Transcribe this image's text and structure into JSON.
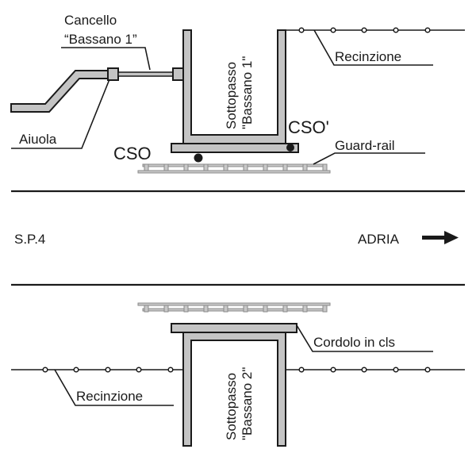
{
  "diagram": {
    "road": {
      "name_label": "S.P.4",
      "direction_label": "ADRIA",
      "direction_icon": "arrow-right-icon"
    },
    "labels": {
      "gate_line1": "Cancello",
      "gate_line2": "“Bassano 1”",
      "flowerbed": "Aiuola",
      "fence_top": "Recinzione",
      "fence_bottom": "Recinzione",
      "underpass1_line1": "Sottopasso",
      "underpass1_line2": "\"Bassano 1\"",
      "underpass2_line1": "Sottopasso",
      "underpass2_line2": "\"Bassano 2\"",
      "cso": "CSO",
      "cso_prime": "CSO'",
      "guardrail": "Guard-rail",
      "curb": "Cordolo in cls"
    },
    "colors": {
      "structure_fill": "#c4c4c4",
      "line": "#1a1a1a",
      "background": "#ffffff"
    }
  }
}
